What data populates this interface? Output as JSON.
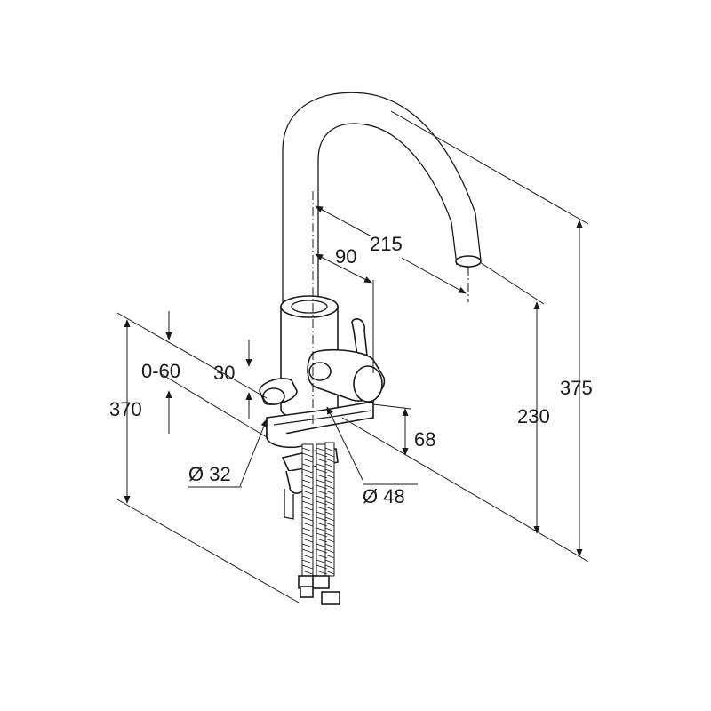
{
  "dimensions": {
    "spout_reach": "215",
    "spout_offset": "90",
    "lever_swing_height": "0-60",
    "handle_height": "30",
    "mount_range": "370",
    "spout_outlet_height": "230",
    "total_height": "375",
    "base_height": "68",
    "hole_diameter": "Ø 32",
    "base_diameter": "Ø 48"
  },
  "colors": {
    "ink": "#1a1a1a",
    "background": "#ffffff"
  }
}
